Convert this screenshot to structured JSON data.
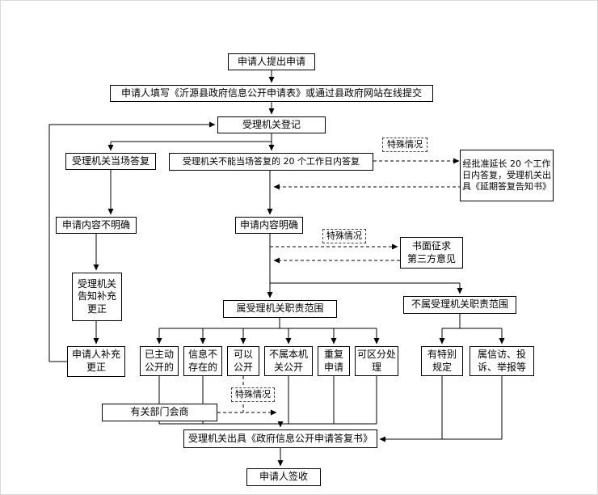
{
  "diagram": {
    "colors": {
      "line": "#000000",
      "node_border": "#000000",
      "background": "#ffffff"
    },
    "nodes": {
      "apply": "申请人提出申请",
      "fill": "申请人填写《沂源县政府信息公开申请表》或通过县政府网站在线提交",
      "register": "受理机关登记",
      "onspot": "受理机关当场答复",
      "within20": "受理机关不能当场答复的 20 个工作日内答复",
      "special1": "特殊情况",
      "extend": "经批准延长 20 个工作日内答复，受理机关出具《延期答复告知书》",
      "unclear": "申请内容不明确",
      "clear": "申请内容明确",
      "special2": "特殊情况",
      "thirdparty": "书面征求\n第三方意见",
      "notify": "受理机关\n告知补充\n更正",
      "inscope": "属受理机关职责范围",
      "outscope": "不属受理机关职责范围",
      "supplement": "申请人补充\n更正",
      "disclosed": "已主动\n公开的",
      "notexist": "信息不\n存在的",
      "canopen": "可以\n公开",
      "notthis": "不属本机\n关公开",
      "repeat": "重复\n申请",
      "separate": "可区分处\n理",
      "specialrule": "有特别\n规定",
      "petition": "属信访、投\n诉、举报等",
      "special3": "特殊情况",
      "consult": "有关部门会商",
      "reply": "受理机关出具《政府信息公开申请答复书》",
      "sign": "申请人签收"
    },
    "edges": [
      {
        "from": "apply",
        "to": "fill",
        "style": "solid"
      },
      {
        "from": "fill",
        "to": "register",
        "style": "solid"
      },
      {
        "from": "register",
        "to": "onspot",
        "style": "solid"
      },
      {
        "from": "register",
        "to": "within20",
        "style": "solid"
      },
      {
        "from": "within20",
        "to": "extend",
        "style": "dashed",
        "via": "special1"
      },
      {
        "from": "extend",
        "to": "clear",
        "style": "dashed"
      },
      {
        "from": "onspot",
        "to": "unclear",
        "style": "solid"
      },
      {
        "from": "within20",
        "to": "clear",
        "style": "solid"
      },
      {
        "from": "unclear",
        "to": "notify",
        "style": "solid"
      },
      {
        "from": "notify",
        "to": "supplement",
        "style": "solid"
      },
      {
        "from": "supplement",
        "to": "register",
        "style": "solid"
      },
      {
        "from": "clear",
        "to": "thirdparty",
        "style": "dashed",
        "via": "special2"
      },
      {
        "from": "thirdparty",
        "to": "clear",
        "style": "dashed"
      },
      {
        "from": "clear",
        "to": "inscope",
        "style": "solid"
      },
      {
        "from": "clear",
        "to": "outscope",
        "style": "solid"
      },
      {
        "from": "inscope",
        "to": "disclosed",
        "style": "solid"
      },
      {
        "from": "inscope",
        "to": "notexist",
        "style": "solid"
      },
      {
        "from": "inscope",
        "to": "canopen",
        "style": "solid"
      },
      {
        "from": "inscope",
        "to": "notthis",
        "style": "solid"
      },
      {
        "from": "inscope",
        "to": "repeat",
        "style": "solid"
      },
      {
        "from": "inscope",
        "to": "separate",
        "style": "solid"
      },
      {
        "from": "outscope",
        "to": "specialrule",
        "style": "solid"
      },
      {
        "from": "outscope",
        "to": "petition",
        "style": "solid"
      },
      {
        "from": "canopen",
        "to": "consult",
        "style": "dashed",
        "via": "special3"
      },
      {
        "from": "consult",
        "to": "reply",
        "style": "dashed"
      },
      {
        "from": "disclosed",
        "to": "reply",
        "style": "solid"
      },
      {
        "from": "notexist",
        "to": "reply",
        "style": "solid"
      },
      {
        "from": "notthis",
        "to": "reply",
        "style": "solid"
      },
      {
        "from": "repeat",
        "to": "reply",
        "style": "solid"
      },
      {
        "from": "separate",
        "to": "reply",
        "style": "solid"
      },
      {
        "from": "specialrule",
        "to": "reply",
        "style": "solid"
      },
      {
        "from": "petition",
        "to": "reply",
        "style": "solid"
      },
      {
        "from": "reply",
        "to": "sign",
        "style": "solid"
      }
    ]
  }
}
